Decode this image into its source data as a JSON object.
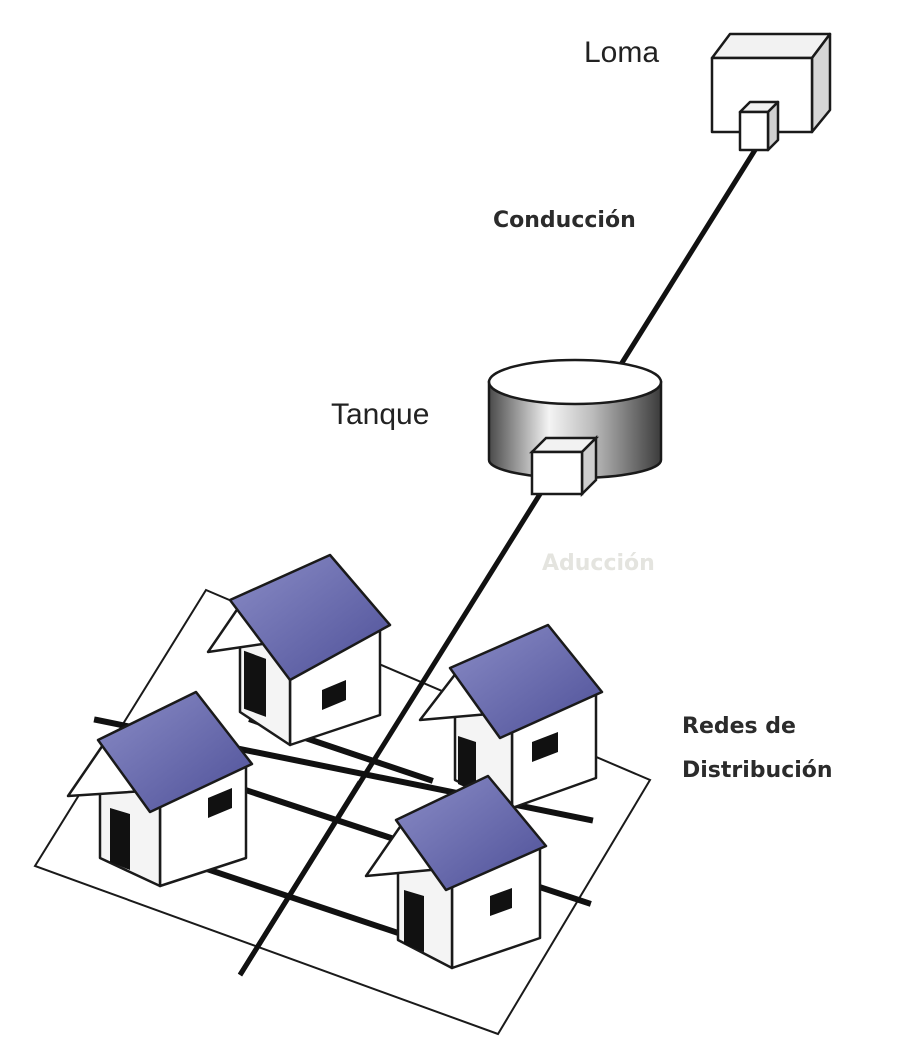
{
  "labels": {
    "loma": "Loma",
    "conduccion": "Conducción",
    "tanque": "Tanque",
    "aduccion": "Aducción",
    "redes_line1": "Redes de",
    "redes_line2": "Distribución"
  },
  "colors": {
    "roof": "#5c5ea8",
    "roof_light": "#8a8cc6",
    "wall": "#ffffff",
    "outline": "#1a1a1a",
    "pipe": "#111111",
    "aduccion_text": "#e4e4df"
  }
}
